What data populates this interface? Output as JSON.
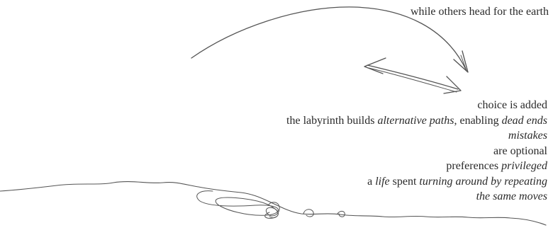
{
  "top_text": "while others head for the earth",
  "lines": {
    "l1": "choice is added",
    "l2_a": "the labyrinth builds ",
    "l2_b": "alternative paths",
    "l2_c": ", enabling ",
    "l2_d": "dead ends",
    "l3": "mistakes",
    "l4": "are optional",
    "l5_a": "preferences ",
    "l5_b": "privileged",
    "l6_a": "a ",
    "l6_b": "life",
    "l6_c": " spent ",
    "l6_d": "turning around by repeating",
    "l7": "the same moves"
  },
  "colors": {
    "ink": "#555555",
    "text": "#2a2a2a",
    "background": "#ffffff"
  }
}
